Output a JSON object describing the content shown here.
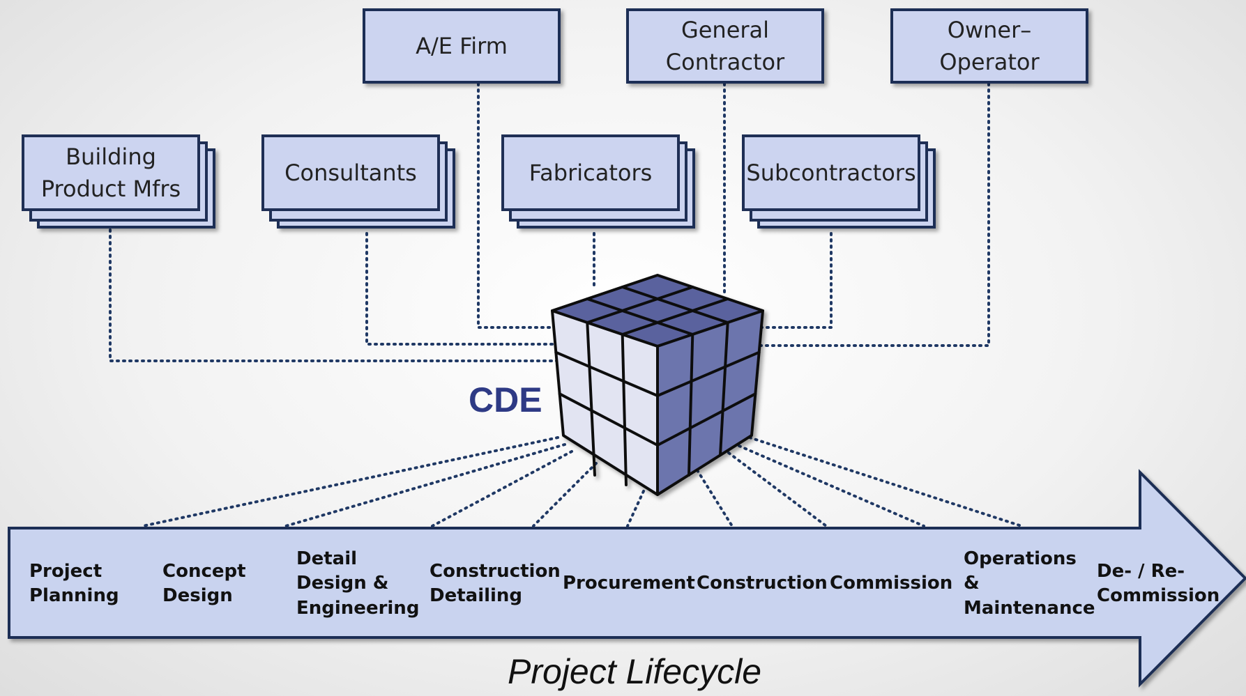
{
  "stakeholders_top": [
    {
      "id": "ae-firm",
      "label": "A/E Firm"
    },
    {
      "id": "general-contractor",
      "label": "General\nContractor"
    },
    {
      "id": "owner-operator",
      "label": "Owner–\nOperator"
    }
  ],
  "stakeholders_stacked": [
    {
      "id": "building-product-mfrs",
      "label": "Building\nProduct Mfrs"
    },
    {
      "id": "consultants",
      "label": "Consultants"
    },
    {
      "id": "fabricators",
      "label": "Fabricators"
    },
    {
      "id": "subcontractors",
      "label": "Subcontractors"
    }
  ],
  "center": {
    "label": "CDE"
  },
  "lifecycle": {
    "title": "Project Lifecycle",
    "stages": [
      "Project\nPlanning",
      "Concept\nDesign",
      "Detail\nDesign &\nEngineering",
      "Construction\nDetailing",
      "Procurement",
      "Construction",
      "Commission",
      "Operations &\nMaintenance",
      "De- / Re-\nCommission"
    ]
  },
  "colors": {
    "box_fill": "#ccd4f0",
    "box_border": "#1f2f55",
    "cube_top": "#5a629e",
    "cube_right": "#6c74ad",
    "cube_left": "#e2e4f2",
    "arrow_fill": "#c9d3ef",
    "connector": "#1f3864",
    "cde_text": "#2e3a85"
  }
}
